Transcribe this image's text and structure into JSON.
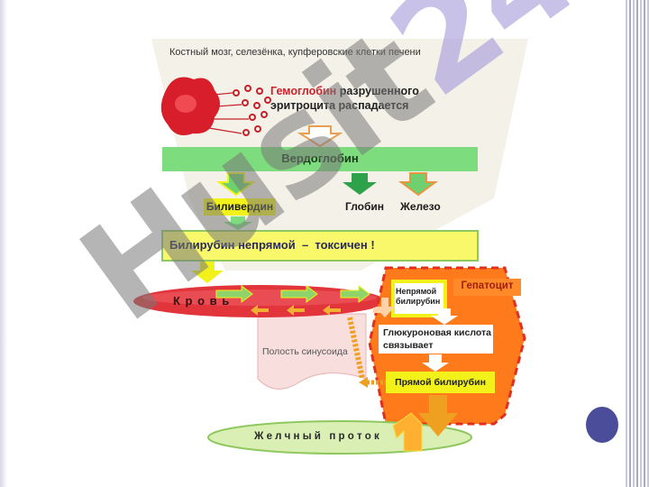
{
  "diagram": {
    "header": "Костный мозг, селезёнка, купферовские клетки печени",
    "hemoglobin_word": "Гемоглобин",
    "hemoglobin_rest_line1": " разрушенного",
    "hemoglobin_line2": "эритроцита распадается",
    "verdoglobin": "Вердоглобин",
    "biliverdin": "Биливердин",
    "globin": "Глобин",
    "iron": "Железо",
    "indirect_bilirubin": "Билирубин непрямой  –  токсичен !",
    "blood": "К р о в ь",
    "hepatocyte": "Гепатоцит",
    "hep_indirect_line1": "Непрямой",
    "hep_indirect_line2": "билирубин",
    "glucuronic_line1": "Глюкуроновая кислота",
    "glucuronic_line2": "связывает",
    "direct_bilirubin": "Прямой билирубин",
    "sinusoid": "Полость синусоида",
    "bile_duct": "Ж е л ч н ы й   п р о т о к"
  },
  "watermark": {
    "text": "Husit",
    "number": "24"
  },
  "colors": {
    "green": "#7ddc7d",
    "yellow": "#f2f21a",
    "red": "#e2343b",
    "orange": "#ff7a1a",
    "dark_green": "#2da24a"
  }
}
